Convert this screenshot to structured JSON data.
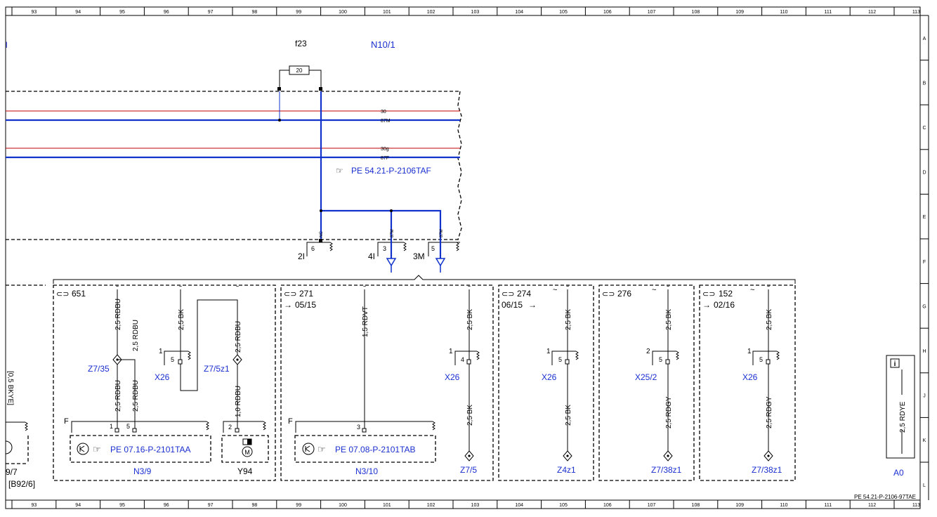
{
  "grid": {
    "columns": [
      "93",
      "94",
      "95",
      "96",
      "97",
      "98",
      "99",
      "100",
      "101",
      "102",
      "103",
      "104",
      "105",
      "106",
      "107",
      "108",
      "109",
      "110",
      "111",
      "112",
      "113"
    ],
    "rows": [
      "A",
      "B",
      "C",
      "D",
      "E",
      "F",
      "G",
      "H",
      "J",
      "K",
      "L"
    ]
  },
  "top": {
    "left_edge_label": "l",
    "fuse_name": "f23",
    "fuse_value": "20",
    "module_name": "N10/1",
    "bus_labels": [
      "30",
      "87M",
      "30g",
      "87F"
    ],
    "reference": "PE 54.21-P-2106TAF",
    "connector_pins": {
      "p6": "6",
      "p3": "3",
      "p5": "5"
    },
    "connector_labels": {
      "c1": "2I",
      "c2": "4I",
      "c3": "3M"
    },
    "wire_codes": {
      "nc": "NC",
      "m1": "87M",
      "m2": "87M"
    }
  },
  "left_stub": {
    "vertical_text": "[0,5 BKYE]",
    "label1": "9/7",
    "label2": "[B92/6]"
  },
  "section_651": {
    "code": "651",
    "wire_rdbu_a": "2,5 RDBU",
    "wire_bk": "2,5 BK",
    "wire_rdbu_b": "2,5 RDBU",
    "splice1": "Z7/35",
    "splice2": "Z7/5z1",
    "connector": "X26",
    "conn_pin_top": "1",
    "conn_pin_box": "5",
    "wire_rdbu_c": "2,5 RDBU",
    "wire_rdbu_d": "2,5 RDBU",
    "wire_rdbu_e": "1,0 RDBU",
    "f_label": "F",
    "pin1": "1",
    "pin5": "5",
    "pin2": "2",
    "ref": "PE 07.16-P-2101TAA",
    "module": "N3/9",
    "motor": "M",
    "motor_label": "Y94"
  },
  "section_271": {
    "code": "271",
    "arrow_ref": "05/15",
    "wire_rdvt": "1,5 RDVT",
    "wire_bk_a": "2,5 BK",
    "conn_pin_top": "1",
    "conn_pin_box": "4",
    "connector": "X26",
    "wire_bk_b": "2,5 BK",
    "f_label": "F",
    "pin3": "3",
    "ref": "PE 07.08-P-2101TAB",
    "module": "N3/10",
    "splice": "Z7/5"
  },
  "section_274": {
    "code": "274",
    "arrow_ref": "06/15",
    "wire_a": "2,5 BK",
    "conn_pin_top": "1",
    "conn_pin_box": "5",
    "connector": "X26",
    "wire_b": "2,5 BK",
    "splice": "Z4z1"
  },
  "section_276": {
    "code": "276",
    "wire_a": "2,5 BK",
    "conn_pin_top": "2",
    "conn_pin_box": "5",
    "connector": "X25/2",
    "wire_b": "2,5 RDGY",
    "splice": "Z7/38z1"
  },
  "section_152": {
    "code": "152",
    "arrow_ref": "02/16",
    "wire_a": "2,5 BK",
    "conn_pin_top": "1",
    "conn_pin_box": "5",
    "connector": "X26",
    "wire_b": "2,5 RDGY",
    "splice": "Z7/38z1"
  },
  "info_box": {
    "icon": "info-icon",
    "wire": "2,5 RDYE",
    "label": "A0"
  },
  "footer": {
    "code": "PE 54.21-P-2106-97TAE"
  },
  "colors": {
    "red_wire": "#c00000",
    "blue_wire": "#1133cc",
    "blue_text": "#1a2fd0"
  }
}
